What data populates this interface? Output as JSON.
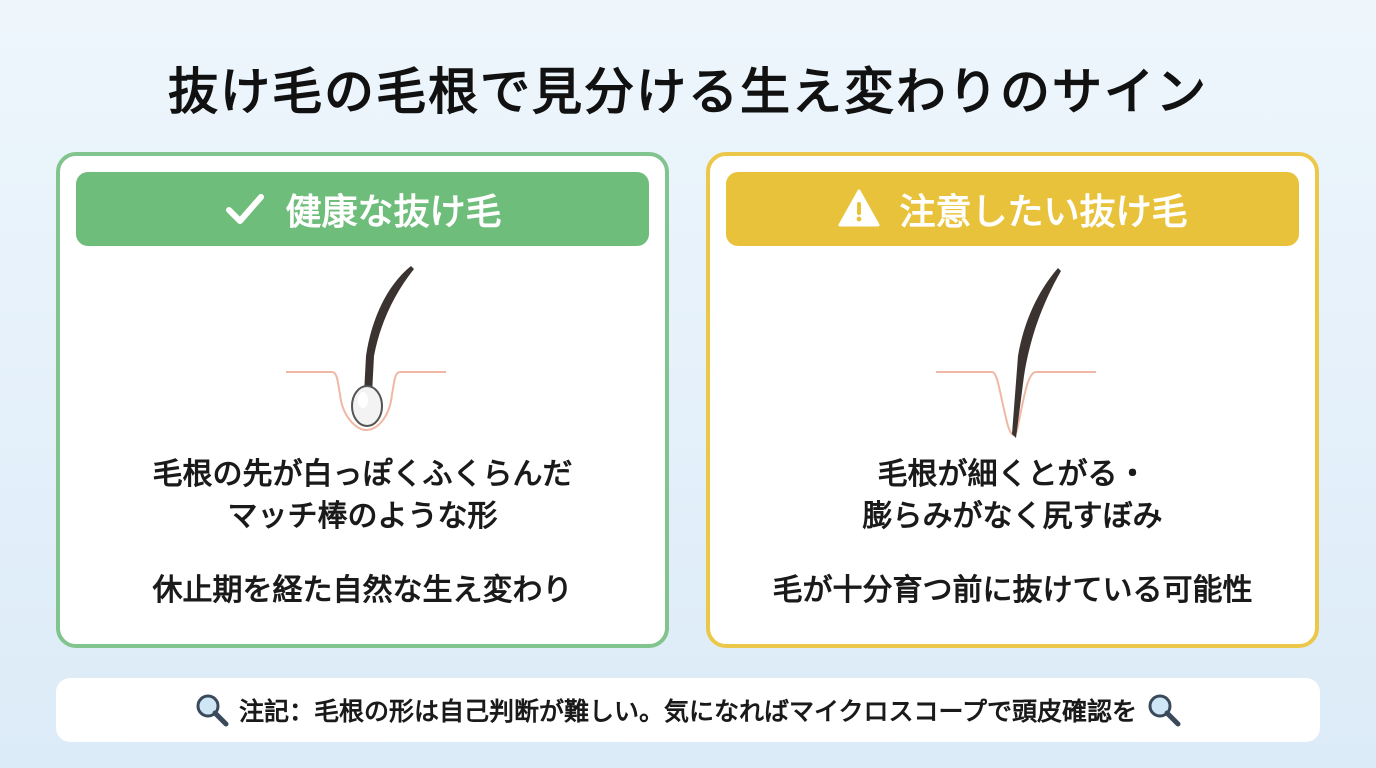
{
  "title": "抜け毛の毛根で見分ける生え変わりのサイン",
  "cards": [
    {
      "heading": "健康な抜け毛",
      "icon": "checkmark-icon",
      "description_line1": "毛根の先が白っぽくふくらんだ",
      "description_line2": "マッチ棒のような形",
      "note": "休止期を経た自然な生え変わり",
      "accent": "#6fbd7b"
    },
    {
      "heading": "注意したい抜け毛",
      "icon": "warning-icon",
      "description_line1": "毛根が細くとがる・",
      "description_line2": "膨らみがなく尻すぼみ",
      "note": "毛が十分育つ前に抜けている可能性",
      "accent": "#e9c23c"
    }
  ],
  "footer": {
    "text": "注記：毛根の形は自己判断が難しい。気になればマイクロスコープで頭皮確認を",
    "icon": "magnifier-icon"
  }
}
